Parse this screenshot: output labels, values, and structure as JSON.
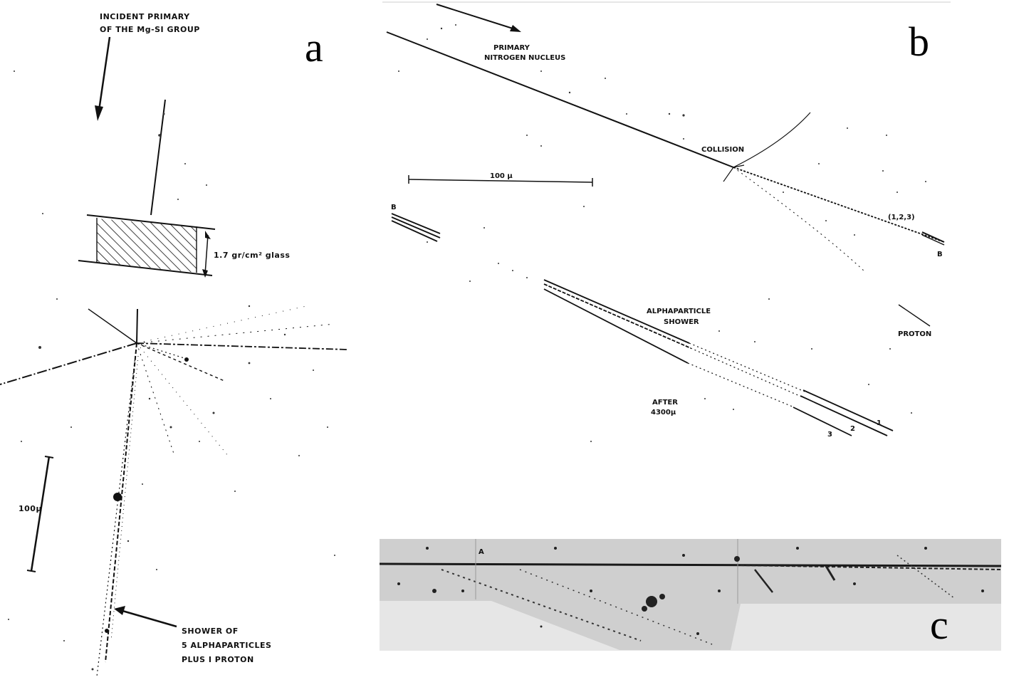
{
  "panels": {
    "a": {
      "letter": "a",
      "incident_label_line1": "INCIDENT  PRIMARY",
      "incident_label_line2": "OF THE   Mg-SI  GROUP",
      "glass_label": "1.7  gr/cm²  glass",
      "scale_label": "100µ",
      "shower_label_line1": "SHOWER  OF",
      "shower_label_line2": "5  ALPHAPARTICLES",
      "shower_label_line3": "PLUS   I   PROTON"
    },
    "b": {
      "letter": "b",
      "primary_label_line1": "PRIMARY",
      "primary_label_line2": "NITROGEN  NUCLEUS",
      "collision_label": "COLLISION",
      "scale_label": "100 µ",
      "marker_b_left": "B",
      "marker_b_right": "B",
      "triplet_label": "(1,2,3)",
      "shower_label_line1": "ALPHAPARTICLE",
      "shower_label_line2": "SHOWER",
      "proton_label": "PROTON",
      "after_label_line1": "AFTER",
      "after_label_line2": "4300µ",
      "track_1": "1",
      "track_2": "2",
      "track_3": "3"
    },
    "c": {
      "letter": "c",
      "track_mark": "A"
    }
  }
}
